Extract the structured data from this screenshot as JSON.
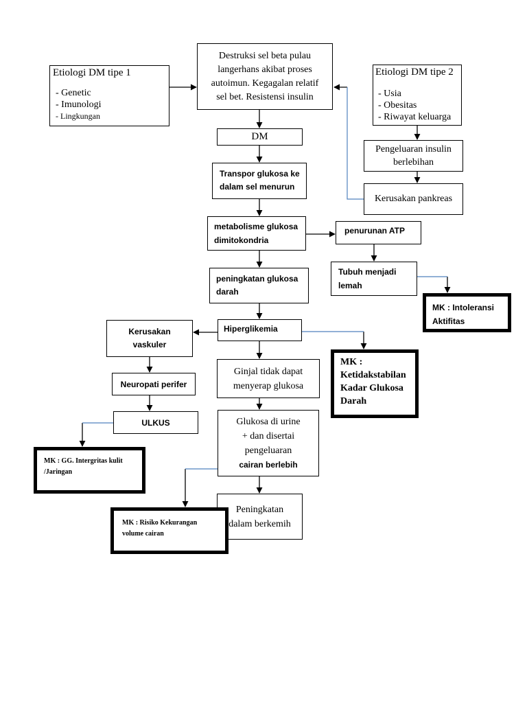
{
  "etiologi1": {
    "title": "Etiologi DM tipe 1",
    "items": [
      "-  Genetic",
      "-  Imunologi",
      "-  Lingkungan"
    ]
  },
  "destruksi": {
    "lines": [
      "Destruksi sel  beta pulau",
      "langerhans akibat proses",
      "autoimun. Kegagalan relatif",
      "sel bet. Resistensi insulin"
    ]
  },
  "etiologi2": {
    "title": "Etiologi DM tipe 2",
    "items": [
      "-  Usia",
      "-  Obesitas",
      "-  Riwayat keluarga"
    ]
  },
  "dm": {
    "label": "DM"
  },
  "pengeluaran_insulin": {
    "lines": [
      "Pengeluaran insulin",
      "berlebihan"
    ]
  },
  "transpor": {
    "lines": [
      "Transpor glukosa ke",
      "dalam sel menurun"
    ]
  },
  "kerusakan_pankreas": {
    "label": "Kerusakan pankreas"
  },
  "metabolisme": {
    "lines": [
      "metabolisme glukosa",
      "dimitokondria"
    ]
  },
  "penurunan_atp": {
    "label": "penurunan ATP"
  },
  "tubuh_lemah": {
    "lines": [
      "Tubuh menjadi",
      "lemah"
    ]
  },
  "mk_intoleransi": {
    "lines": [
      "MK : Intoleransi",
      "Aktifitas"
    ]
  },
  "peningkatan_glukosa": {
    "lines": [
      "peningkatan glukosa",
      "darah"
    ]
  },
  "hiperglikemia": {
    "label": "Hiperglikemia"
  },
  "kerusakan_vaskuler": {
    "lines": [
      "Kerusakan",
      "vaskuler"
    ]
  },
  "mk_ketidakstabilan": {
    "lines": [
      "MK :",
      "Ketidakstabilan",
      "Kadar Glukosa",
      "Darah"
    ]
  },
  "ginjal": {
    "lines": [
      "Ginjal tidak dapat",
      "menyerap glukosa"
    ]
  },
  "neuropati": {
    "label": "Neuropati perifer"
  },
  "ulkus": {
    "label": "ULKUS"
  },
  "glukosa_urine": {
    "lines": [
      "Glukosa di urine",
      "+ dan disertai",
      "pengeluaran",
      "cairan berlebih"
    ]
  },
  "mk_integritas": {
    "lines": [
      "MK :  GG. Intergritas kulit",
      "/Jaringan"
    ]
  },
  "peningkatan_berkemih": {
    "lines": [
      "Peningkatan",
      "dalam berkemih"
    ]
  },
  "mk_risiko": {
    "lines": [
      "MK :  Risiko Kekurangan",
      "volume cairan"
    ]
  },
  "colors": {
    "line_black": "#000000",
    "line_blue": "#4f81bd"
  }
}
